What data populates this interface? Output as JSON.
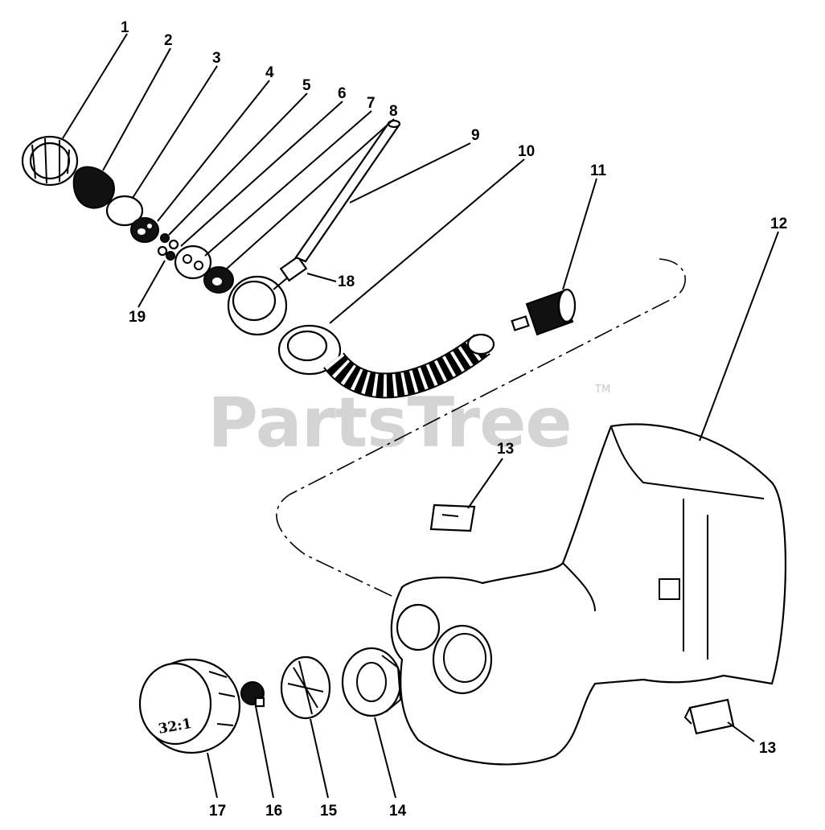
{
  "watermark": {
    "text": "PartsTree",
    "trademark": "TM"
  },
  "cap_marking": "32:1",
  "callouts": {
    "c1": "1",
    "c2": "2",
    "c3": "3",
    "c4": "4",
    "c5": "5",
    "c6": "6",
    "c7": "7",
    "c8": "8",
    "c9": "9",
    "c10": "10",
    "c11": "11",
    "c12": "12",
    "c13a": "13",
    "c13b": "13",
    "c14": "14",
    "c15": "15",
    "c16": "16",
    "c17": "17",
    "c18": "18",
    "c19": "19"
  }
}
